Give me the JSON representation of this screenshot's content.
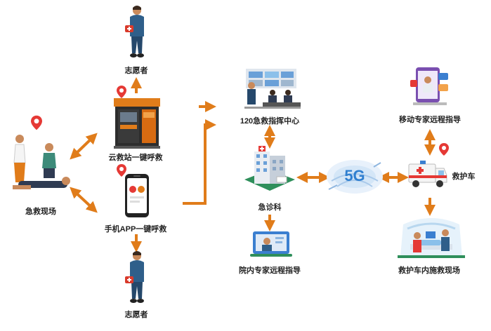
{
  "diagram": {
    "accent_color": "#e07c1a",
    "labels": {
      "scene": "急救现场",
      "volunteer_top": "志愿者",
      "volunteer_bottom": "志愿者",
      "cloud_station": "云救站一键呼救",
      "app_call": "手机APP一键呼救",
      "dispatch_center": "120急救指挥中心",
      "emergency_dept": "急诊科",
      "in_hospital_guidance": "院内专家远程指导",
      "mobile_guidance": "移动专家远程指导",
      "ambulance": "救护车",
      "ambulance_scene": "救护车内施救现场",
      "network": "5G"
    },
    "icons": {
      "gps": "gps-pin-icon",
      "kiosk": "cloud-rescue-station-icon",
      "phone": "smartphone-app-icon",
      "volunteer": "volunteer-person-icon",
      "hospital": "hospital-building-icon",
      "command": "command-center-icon",
      "ambulance": "ambulance-icon",
      "video": "video-consultation-icon"
    }
  }
}
